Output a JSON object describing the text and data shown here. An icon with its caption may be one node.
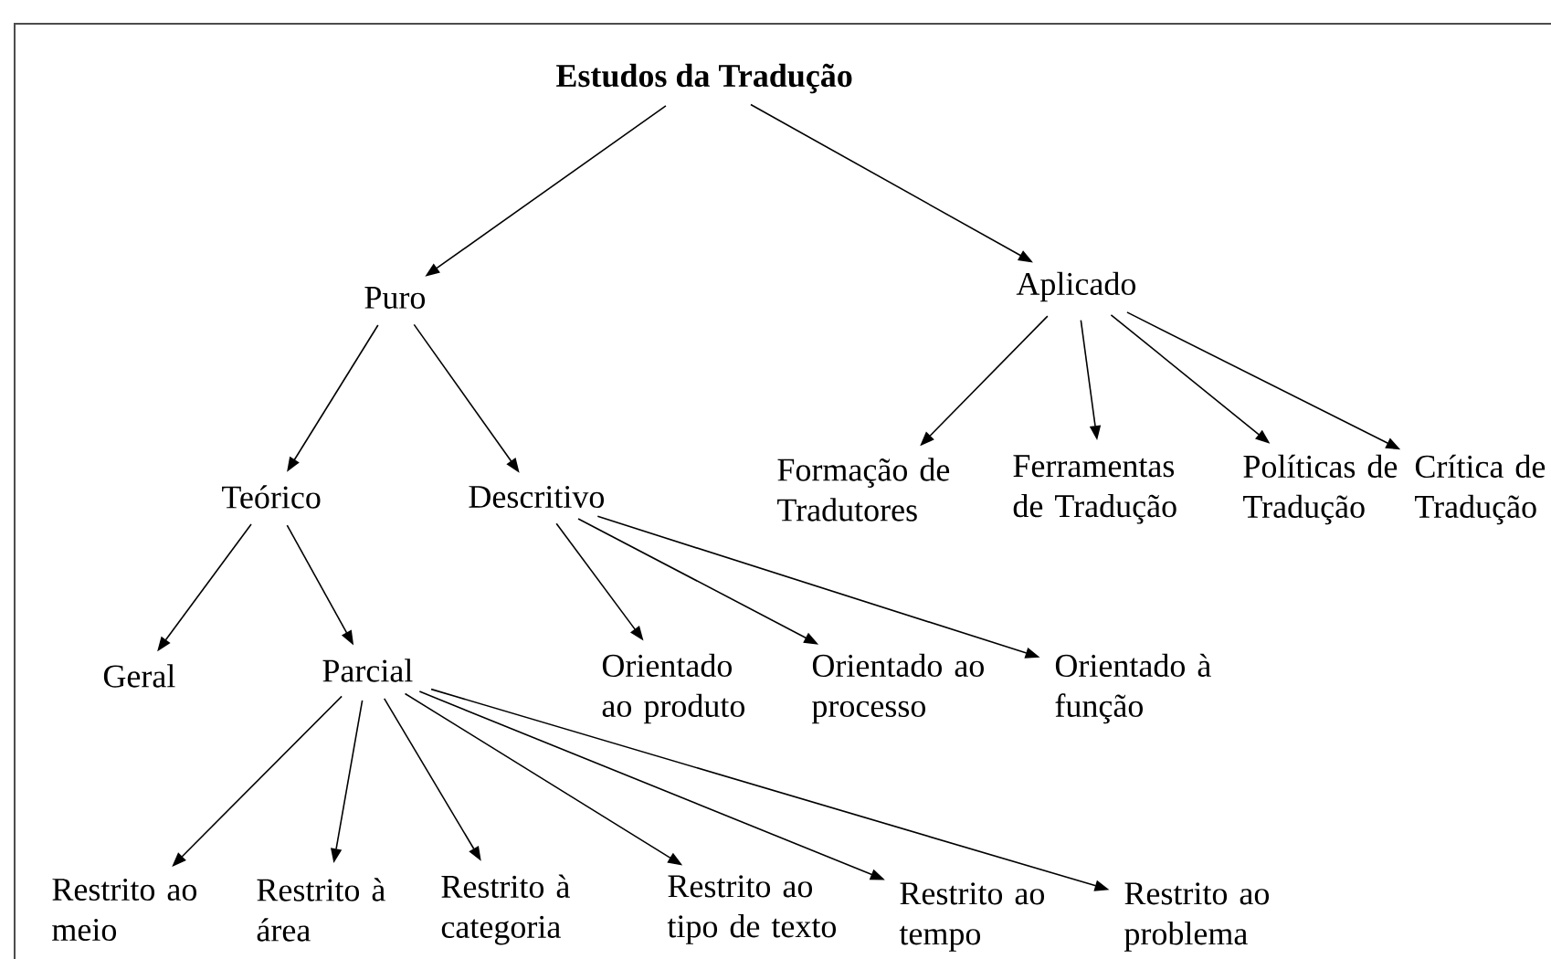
{
  "diagram": {
    "nodes": [
      {
        "text": [
          "Estudos da Tradução"
        ]
      },
      {
        "text": [
          "Puro"
        ]
      },
      {
        "text": [
          "Aplicado"
        ]
      },
      {
        "text": [
          "Teórico"
        ]
      },
      {
        "text": [
          "Descritivo"
        ]
      },
      {
        "text": [
          "Formação de Tradutores"
        ]
      },
      {
        "text": [
          "Ferramentas de Tradução"
        ]
      },
      {
        "text": [
          "Políticas de Tradução"
        ]
      },
      {
        "text": [
          "Crítica de Tradução"
        ]
      },
      {
        "text": [
          "Geral"
        ]
      },
      {
        "text": [
          "Parcial"
        ]
      },
      {
        "text": [
          "Orientado ao produto"
        ]
      },
      {
        "text": [
          "Orientado ao processo"
        ]
      },
      {
        "text": [
          "Orientado à função"
        ]
      },
      {
        "text": [
          "Restrito ao meio"
        ]
      },
      {
        "text": [
          "Restrito à área"
        ]
      },
      {
        "text": [
          "Restrito à categoria"
        ]
      },
      {
        "text": [
          "Restrito ao tipo de texto"
        ]
      },
      {
        "text": [
          "Restrito ao tempo"
        ]
      },
      {
        "text": [
          "Restrito ao problema"
        ]
      }
    ],
    "edges": [
      {
        "from": 0,
        "to": 1,
        "arrow": "to"
      },
      {
        "from": 0,
        "to": 2,
        "arrow": "to"
      },
      {
        "from": 1,
        "to": 3,
        "arrow": "to"
      },
      {
        "from": 1,
        "to": 4,
        "arrow": "to"
      },
      {
        "from": 2,
        "to": 5,
        "arrow": "to"
      },
      {
        "from": 2,
        "to": 6,
        "arrow": "to"
      },
      {
        "from": 2,
        "to": 7,
        "arrow": "to"
      },
      {
        "from": 2,
        "to": 8,
        "arrow": "to"
      },
      {
        "from": 3,
        "to": 9,
        "arrow": "to"
      },
      {
        "from": 3,
        "to": 10,
        "arrow": "to"
      },
      {
        "from": 4,
        "to": 11,
        "arrow": "to"
      },
      {
        "from": 4,
        "to": 12,
        "arrow": "to"
      },
      {
        "from": 4,
        "to": 13,
        "arrow": "to"
      },
      {
        "from": 10,
        "to": 14,
        "arrow": "to"
      },
      {
        "from": 10,
        "to": 15,
        "arrow": "to"
      },
      {
        "from": 10,
        "to": 16,
        "arrow": "to"
      },
      {
        "from": 10,
        "to": 17,
        "arrow": "to"
      },
      {
        "from": 10,
        "to": 18,
        "arrow": "to"
      },
      {
        "from": 10,
        "to": 19,
        "arrow": "to"
      }
    ]
  }
}
